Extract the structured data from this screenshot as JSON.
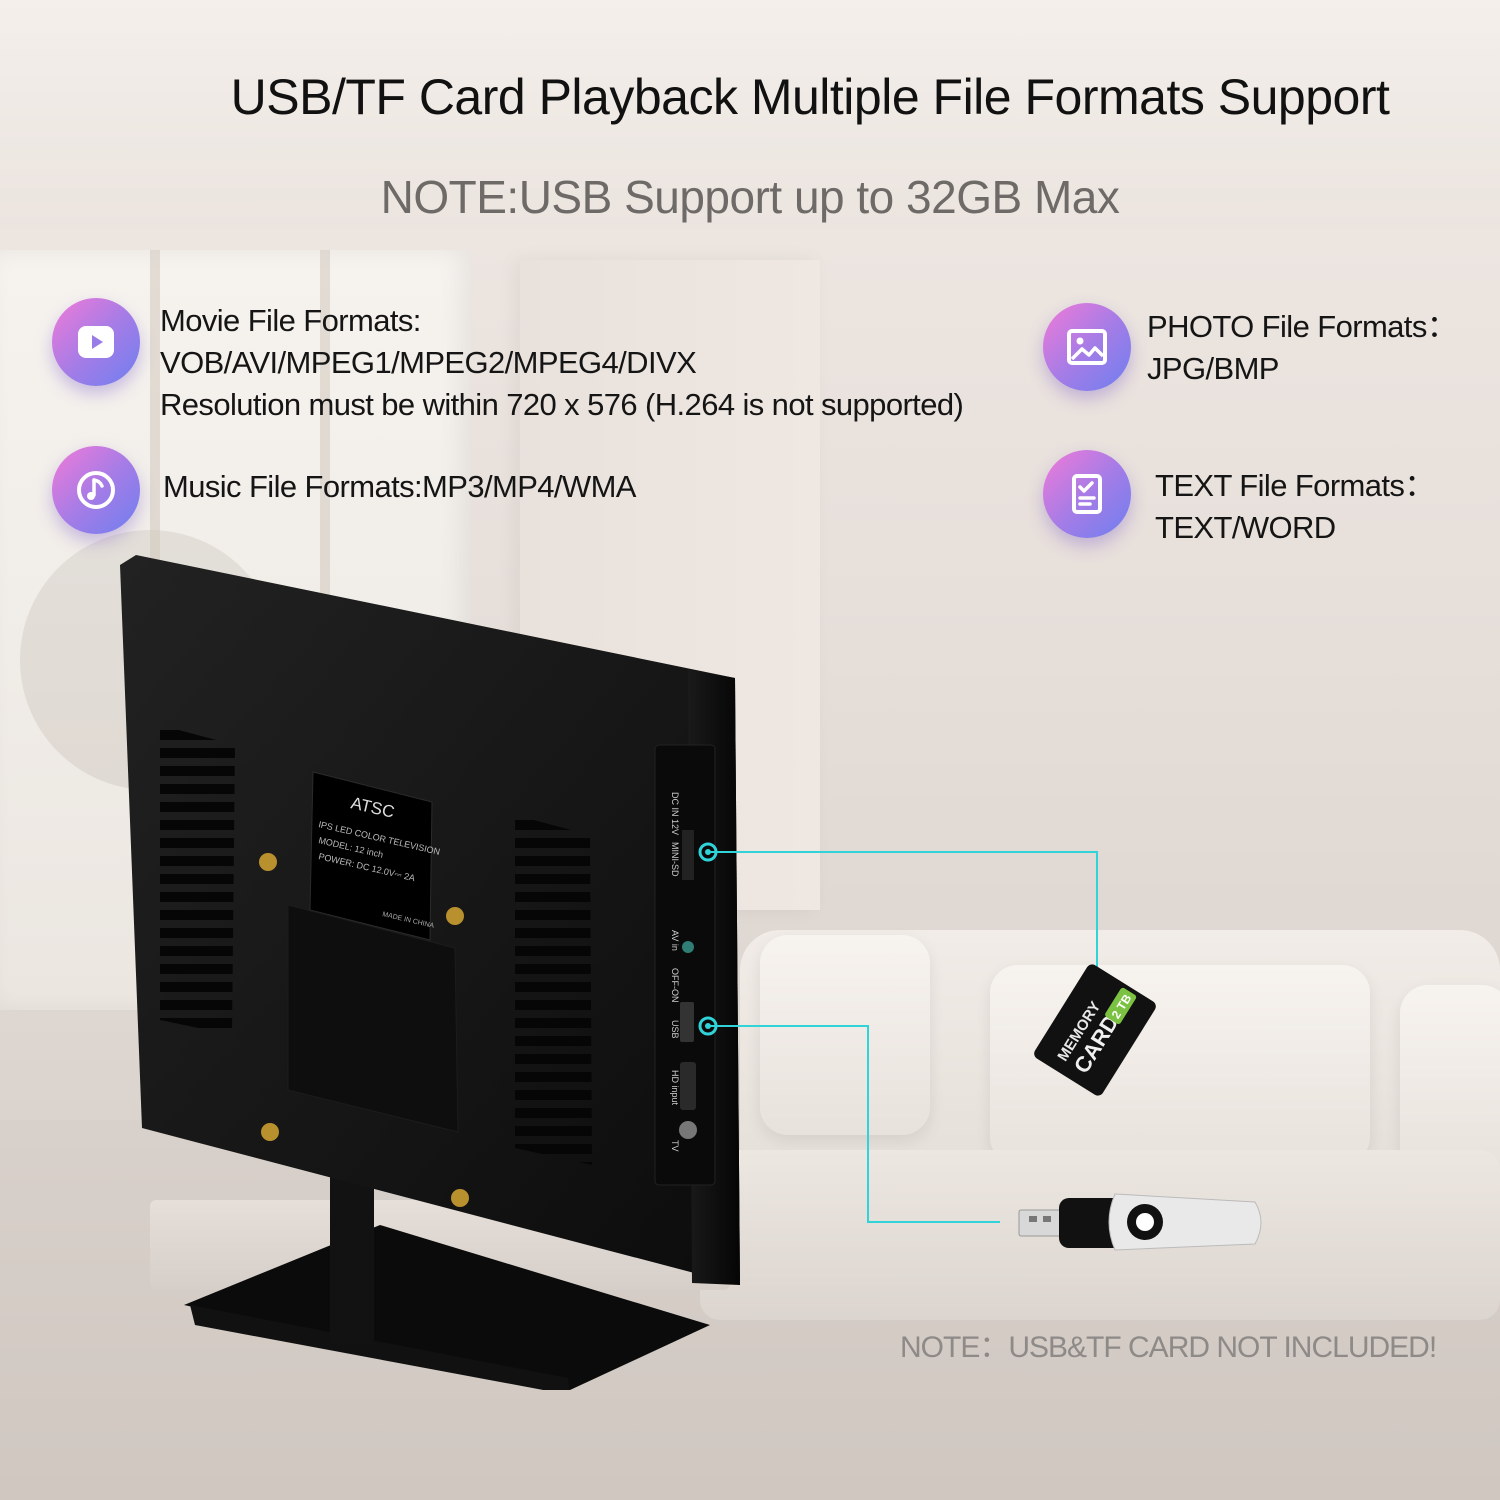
{
  "title": "USB/TF Card Playback Multiple File  Formats Support",
  "note_top": "NOTE:USB Support up to 32GB Max",
  "note_bottom": "NOTE：USB&TF CARD NOT INCLUDED!",
  "features": {
    "movie": {
      "icon": "play-icon",
      "line1": "Movie File Formats:",
      "line2": "VOB/AVI/MPEG1/MPEG2/MPEG4/DIVX",
      "line3": "Resolution must be within 720 x 576 (H.264 is not supported)"
    },
    "music": {
      "icon": "music-note-icon",
      "line1": "Music File Formats:MP3/MP4/WMA"
    },
    "photo": {
      "icon": "image-icon",
      "line1": "PHOTO File Formats：",
      "line2": "JPG/BMP"
    },
    "text": {
      "icon": "document-icon",
      "line1": "TEXT File Formats：",
      "line2": "TEXT/WORD"
    }
  },
  "tv_label": {
    "brand": "ATSC",
    "line1": "IPS LED COLOR TELEVISION",
    "line2": "MODEL: 12 inch",
    "line3": "POWER: DC 12.0V⎓ 2A",
    "made": "MADE IN CHINA"
  },
  "ports": [
    "DC IN 12V",
    "MINI-SD",
    "AV in",
    "OFF-ON",
    "USB",
    "HD input",
    "TV"
  ],
  "memory_card": {
    "line1": "MEMORY",
    "line2": "CARD",
    "capacity": "2 TB"
  },
  "colors": {
    "accent_line": "#2fd3d8",
    "badge_start": "#f27ad8",
    "badge_end": "#6d7ff0"
  }
}
